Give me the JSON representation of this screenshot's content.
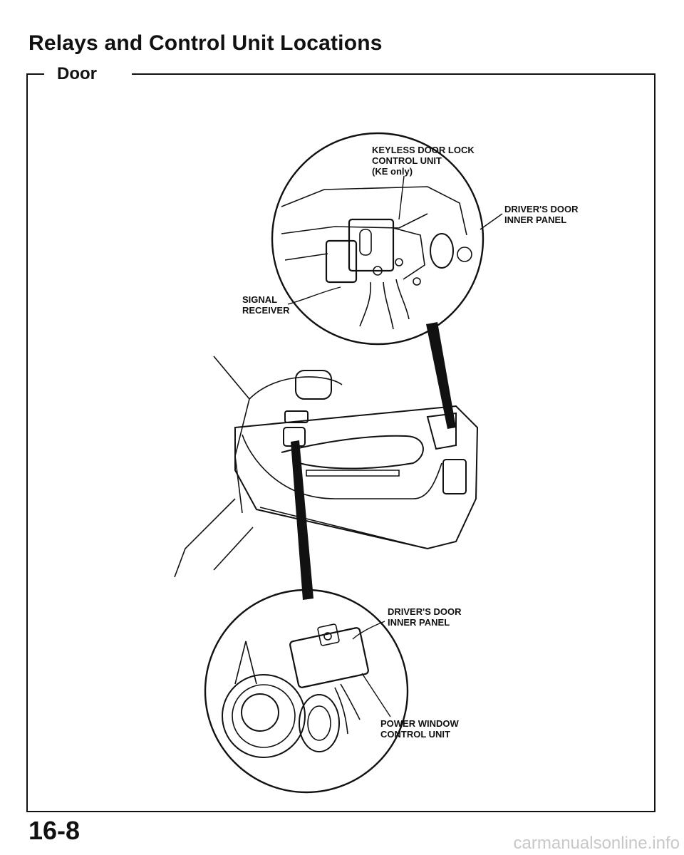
{
  "page": {
    "title": "Relays and Control Unit Locations",
    "section": "Door",
    "page_number": "16-8",
    "watermark": "carmanualsonline.info"
  },
  "callouts": {
    "keyless_unit": [
      "KEYLESS DOOR LOCK",
      "CONTROL UNIT",
      "(KE only)"
    ],
    "inner_panel_top": [
      "DRIVER'S DOOR",
      "INNER PANEL"
    ],
    "signal_receiver": [
      "SIGNAL",
      "RECEIVER"
    ],
    "inner_panel_bottom": [
      "DRIVER'S DOOR",
      "INNER PANEL"
    ],
    "power_window_unit": [
      "POWER WINDOW",
      "CONTROL UNIT"
    ]
  }
}
